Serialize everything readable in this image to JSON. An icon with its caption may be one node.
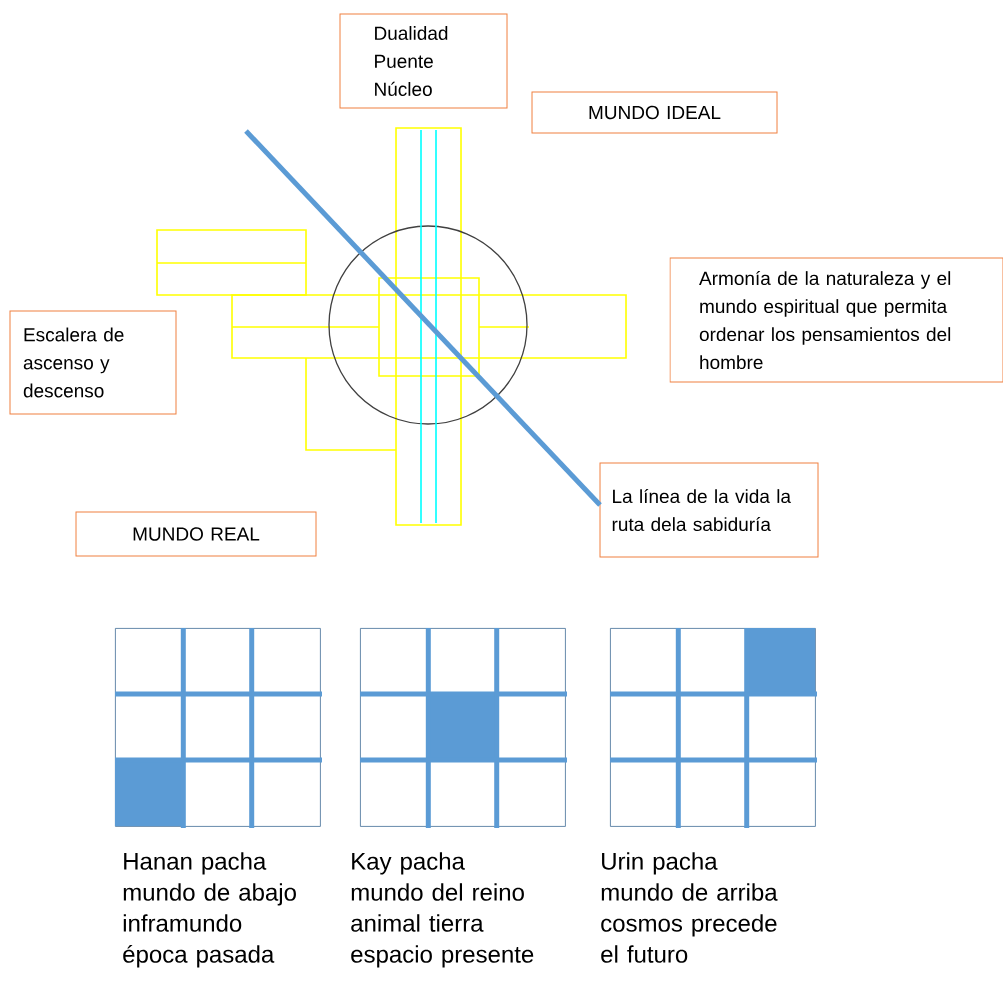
{
  "diagram": {
    "nodes": [
      {
        "text": [
          "Dualidad Puente Núcleo"
        ]
      },
      {
        "text": [
          "MUNDO  IDEAL"
        ]
      },
      {
        "text": [
          "Armonía de la naturaleza y el mundo espiritual que permita ordenar los pensamientos  del hombre"
        ]
      },
      {
        "text": [
          "Escalera de ascenso y descenso"
        ]
      },
      {
        "text": [
          "La línea de la vida la ruta dela sabiduría"
        ]
      },
      {
        "text": [
          "MUNDO  REAL"
        ]
      },
      {
        "text": [],
        "shape": "picture",
        "beside": [
          "Hanan pacha mundo de abajo inframundo época pasada"
        ]
      },
      {
        "text": [],
        "shape": "picture",
        "beside": [
          "Kay pacha mundo del reino animal tierra espacio presente"
        ]
      },
      {
        "text": [],
        "shape": "picture",
        "beside": [
          "Urin pacha mundo de arriba cosmos precede el futuro"
        ]
      }
    ],
    "edges": [
      {
        "from": null,
        "to": 4,
        "arrow": "none"
      }
    ]
  }
}
